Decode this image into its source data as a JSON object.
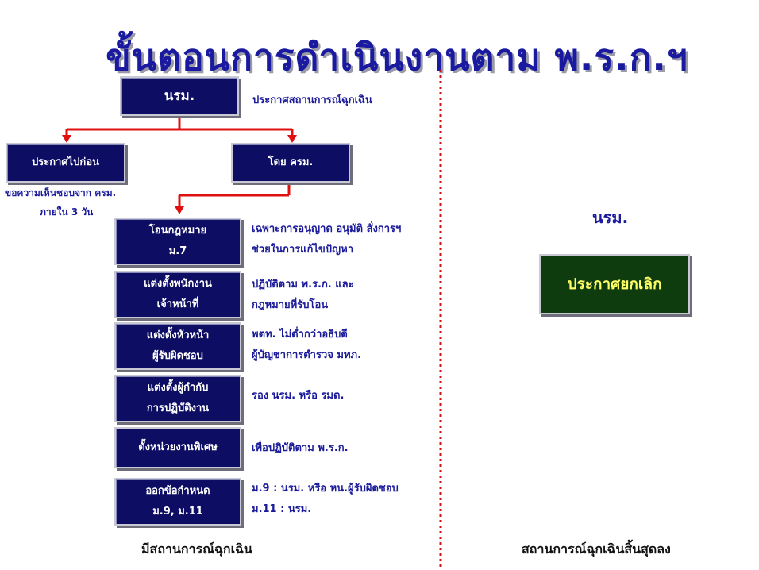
{
  "title": "ขั้นตอนการดำเนินงานตาม พ.ร.ก.ฯ",
  "top_box": {
    "label": "นรม.",
    "note": "ประกาศสถานการณ์ฉุกเฉิน"
  },
  "left_branch": {
    "label": "ประกาศไปก่อน",
    "note_line1": "ขอความเห็นชอบจาก ครม.",
    "note_line2": "ภายใน 3 วัน"
  },
  "right_branch": {
    "label": "โดย ครม."
  },
  "steps": [
    {
      "line1": "โอนกฎหมาย",
      "line2": "ม.7",
      "note1": "เฉพาะการอนุญาต อนุมัติ สั่งการฯ",
      "note2": "ช่วยในการแก้ไขปัญหา"
    },
    {
      "line1": "แต่งตั้งพนักงาน",
      "line2": "เจ้าหน้าที่",
      "note1": "ปฏิบัติตาม พ.ร.ก. และ",
      "note2": "กฎหมายที่รับโอน"
    },
    {
      "line1": "แต่งตั้งหัวหน้า",
      "line2": "ผู้รับผิดชอบ",
      "note1": "พตท. ไม่ต่ำกว่าอธิบดี",
      "note2": "ผู้บัญชาการตำรวจ มทภ."
    },
    {
      "line1": "แต่งตั้งผู้กำกับ",
      "line2": "การปฏิบัติงาน",
      "note1": "รอง นรม. หรือ รมต.",
      "note2": ""
    },
    {
      "line1": "ตั้งหน่วยงานพิเศษ",
      "line2": "",
      "note1": "เพื่อปฏิบัติตาม พ.ร.ก.",
      "note2": ""
    },
    {
      "line1": "ออกข้อกำหนด",
      "line2": "ม.9, ม.11",
      "note1": "ม.9 : นรม. หรือ หน.ผู้รับผิดชอบ",
      "note2": "ม.11 : นรม."
    }
  ],
  "right_panel": {
    "heading": "นรม.",
    "box_label": "ประกาศยกเลิก"
  },
  "footer_left": "มีสถานการณ์ฉุกเฉิน",
  "footer_right": "สถานการณ์ฉุกเฉินสิ้นสุดลง",
  "colors": {
    "box": "#0d0d63",
    "connector": "#e01010",
    "divider": "#d41010",
    "cancel_box": "#0e3c0e",
    "title": "#1a1aa0",
    "note_text": "#1a1a9a"
  }
}
